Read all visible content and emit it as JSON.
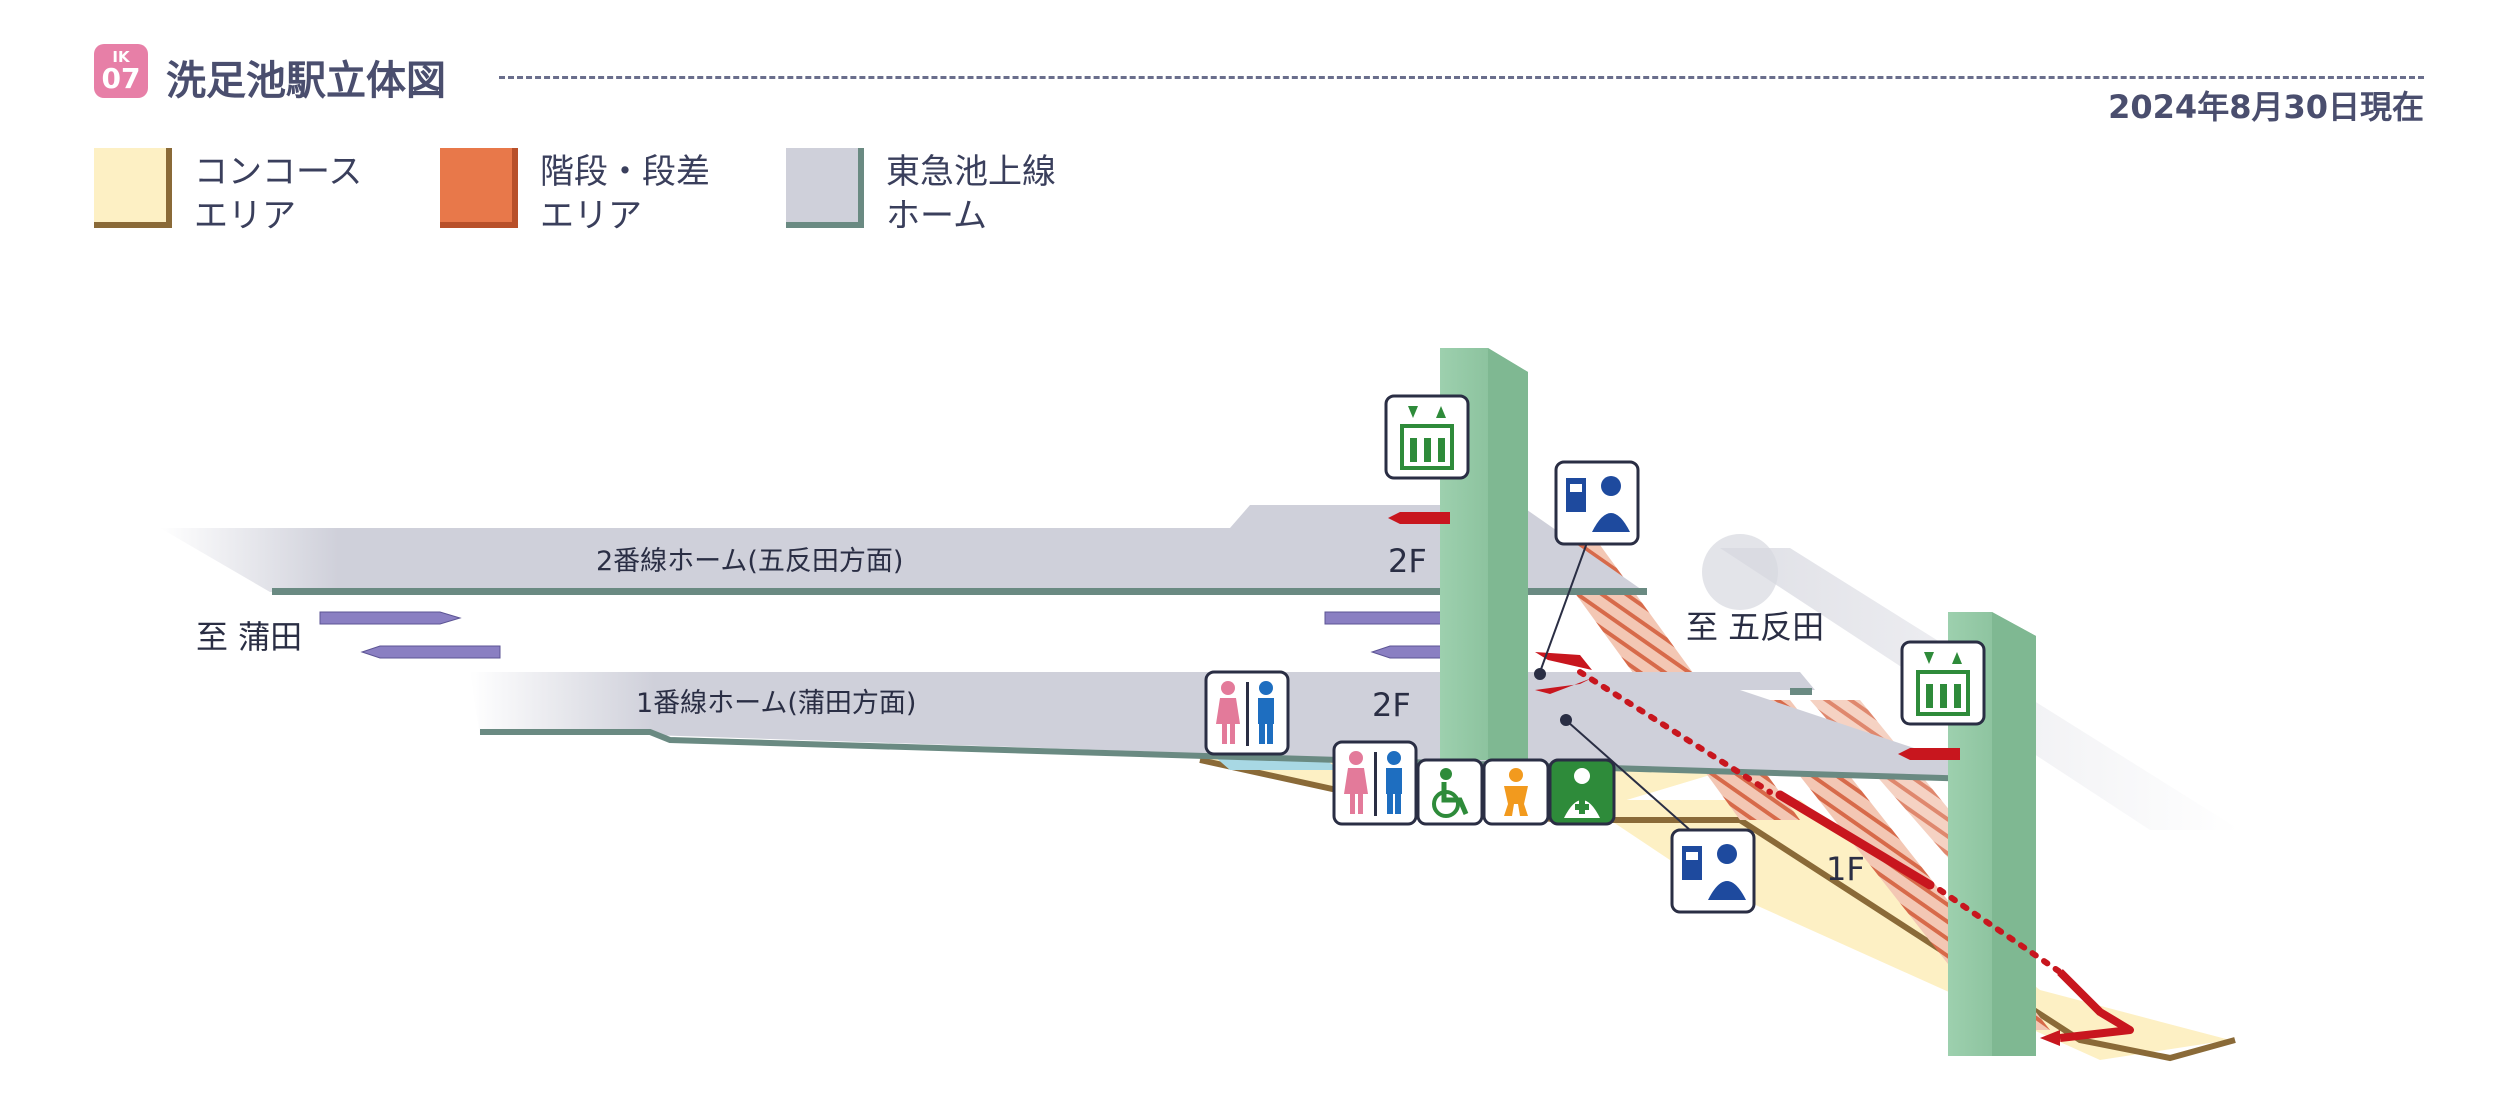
{
  "header": {
    "badge_line": "IK",
    "badge_number": "07",
    "title": "洗足池駅立体図",
    "date": "2024年8月30日現在",
    "badge_color": "#e77fa7"
  },
  "legend": [
    {
      "line1": "コンコース",
      "line2": "エリア",
      "fill": "#fdf0c4",
      "edge": "#8a6a38"
    },
    {
      "line1": "階段・段差",
      "line2": "エリア",
      "fill": "#e8784a",
      "edge": "#b8502a"
    },
    {
      "line1": "東急池上線",
      "line2": "ホーム",
      "fill": "#cfd0da",
      "edge": "#6a8a82"
    }
  ],
  "diagram": {
    "platform2_label": "2番線ホーム(五反田方面)",
    "platform1_label": "1番線ホーム(蒲田方面)",
    "to_kamata": "至 蒲田",
    "to_gotanda": "至 五反田",
    "floor_2f_a": "2F",
    "floor_2f_b": "2F",
    "floor_1f": "1F",
    "route_color": "#c8161e",
    "elevator_color": "#8ec7a2"
  },
  "icons": {
    "elevator": "elevator-icon",
    "ticket_office": "station-staff-icon",
    "restroom": "restroom-icon",
    "wheelchair": "wheelchair-restroom-icon",
    "baby": "baby-care-icon",
    "ostomate": "ostomate-icon"
  }
}
